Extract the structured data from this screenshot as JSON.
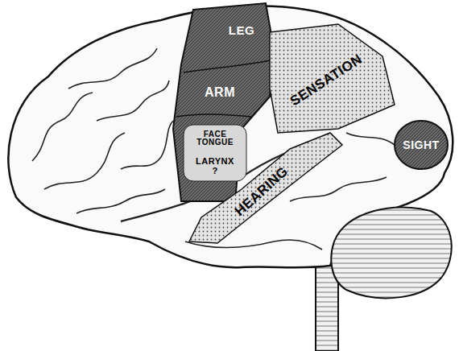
{
  "diagram": {
    "labels": [
      "LEG",
      "ARM",
      "FACE TONGUE",
      "LARYNX ?",
      "SENSATION",
      "HEARING",
      "SIGHT"
    ]
  }
}
